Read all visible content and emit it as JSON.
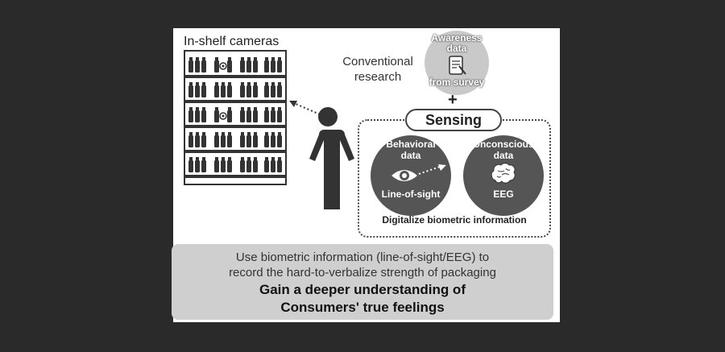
{
  "shelf": {
    "title": "In-shelf cameras"
  },
  "conventional": {
    "line1": "Conventional",
    "line2": "research"
  },
  "survey": {
    "top": "Awareness\ndata",
    "bottom": "from survey"
  },
  "plus": "+",
  "sensing": {
    "label": "Sensing",
    "behavioral": {
      "title": "Behavioral\ndata",
      "caption": "Line-of-sight"
    },
    "unconscious": {
      "title": "Unconscious\ndata",
      "caption": "EEG"
    },
    "footer": "Digitalize biometric information"
  },
  "summary": {
    "line1": "Use biometric information (line-of-sight/EEG) to",
    "line2": "record the hard-to-verbalize strength of packaging",
    "line3": "Gain a deeper understanding of",
    "line4": "Consumers' true feelings"
  },
  "colors": {
    "dark_circle": "#555555",
    "survey_circle": "#c9c9c9",
    "panel": "#cfcfcf",
    "background": "#2a2a2a"
  },
  "icons": [
    "shelf-icon",
    "camera-icon",
    "person-icon",
    "survey-document-icon",
    "eye-icon",
    "brain-icon"
  ]
}
